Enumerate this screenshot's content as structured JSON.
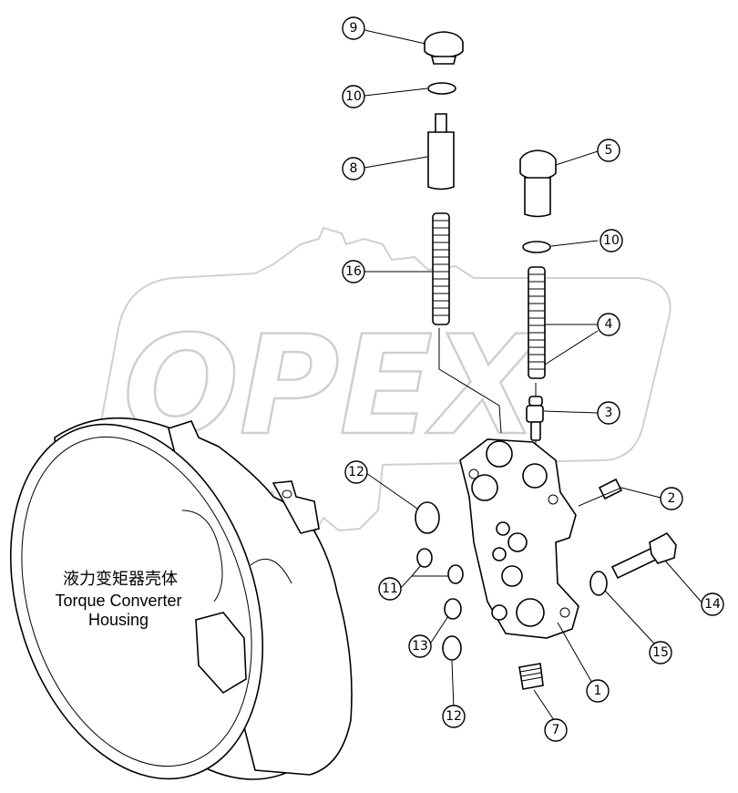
{
  "watermark": "OPEX",
  "housing_label": {
    "chinese": "液力变矩器壳体",
    "english_line1": "Torque Converter",
    "english_line2": "Housing"
  },
  "callouts": {
    "c1": "1",
    "c2": "2",
    "c3": "3",
    "c4": "4",
    "c5": "5",
    "c7": "7",
    "c8": "8",
    "c9": "9",
    "c10a": "10",
    "c10b": "10",
    "c11": "11",
    "c12a": "12",
    "c12b": "12",
    "c13": "13",
    "c14": "14",
    "c15": "15",
    "c16": "16"
  }
}
